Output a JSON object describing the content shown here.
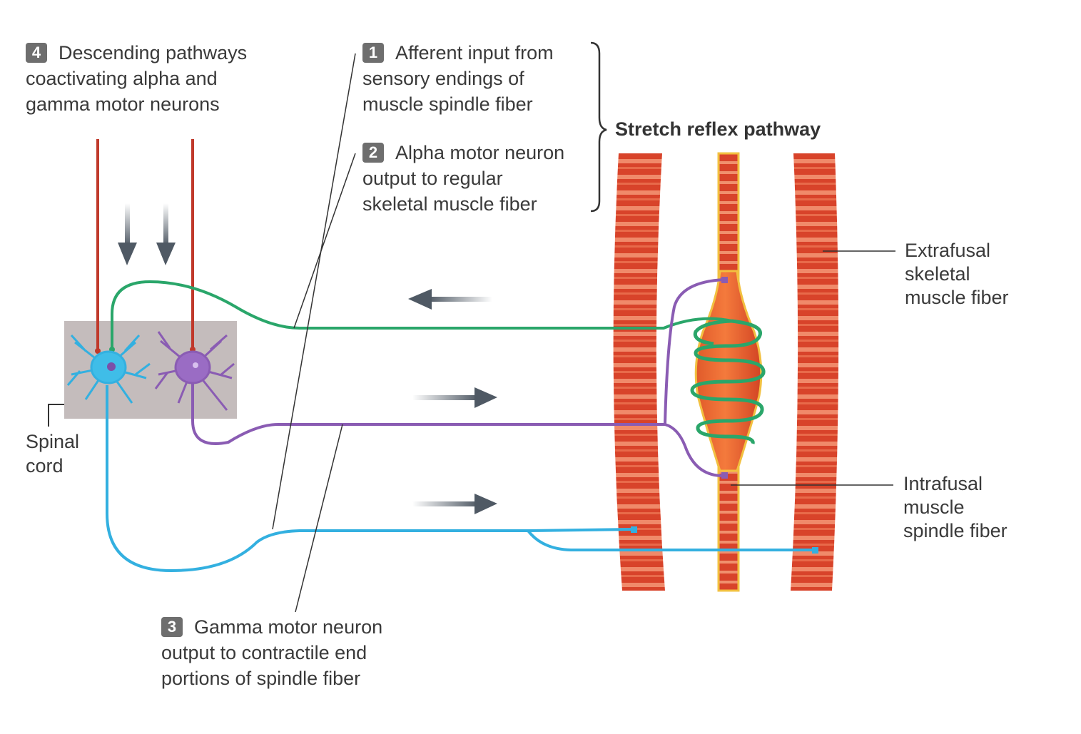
{
  "title": "Stretch reflex pathway",
  "steps": [
    {
      "number": "4",
      "lines": [
        "Descending pathways",
        "coactivating alpha and",
        "gamma motor neurons"
      ]
    },
    {
      "number": "1",
      "lines": [
        "Afferent input from",
        "sensory endings of",
        "muscle spindle fiber"
      ]
    },
    {
      "number": "2",
      "lines": [
        "Alpha motor neuron",
        "output to regular",
        "skeletal muscle fiber"
      ]
    },
    {
      "number": "3",
      "lines": [
        "Gamma motor neuron",
        "output to contractile end",
        "portions of spindle fiber"
      ]
    }
  ],
  "labels": {
    "spinal_cord": [
      "Spinal",
      "cord"
    ],
    "extrafusal": [
      "Extrafusal",
      "skeletal",
      "muscle fiber"
    ],
    "intrafusal": [
      "Intrafusal",
      "muscle",
      "spindle fiber"
    ]
  },
  "colors": {
    "afferent": "#2aa66a",
    "alpha": "#8a5cb3",
    "gamma": "#33b0e0",
    "muscle": "#d94a2a",
    "descending": "#c0392b",
    "arrow": "#5a6470",
    "cord": "#c4bcbc"
  }
}
